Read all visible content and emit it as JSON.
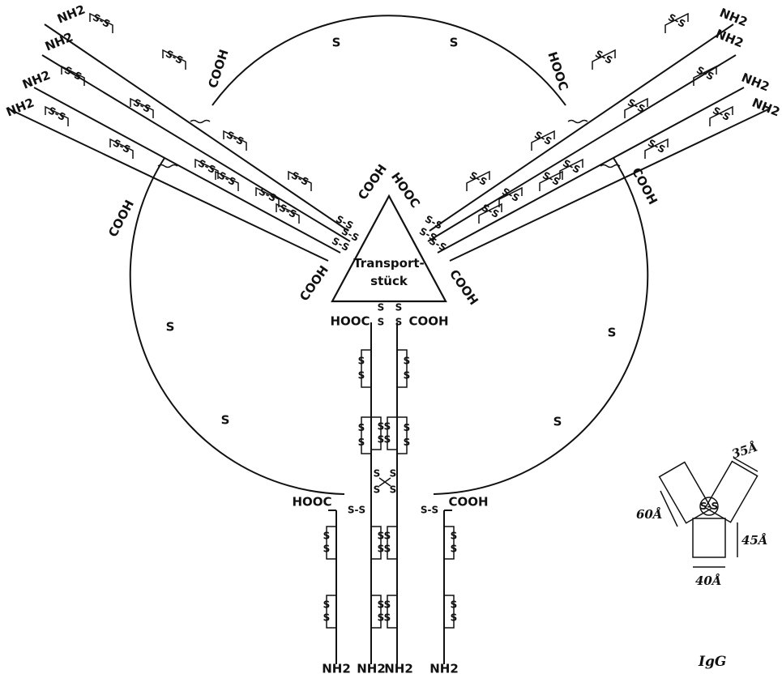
{
  "ring": {
    "sulfur_label": "S"
  },
  "center": {
    "line1": "Transport-",
    "line2": "stück"
  },
  "bond_label": "S-S",
  "termini": {
    "amino": "NH2",
    "carboxyl_left": "HOOC",
    "carboxyl_right": "COOH"
  },
  "inset": {
    "caption": "IgG",
    "dim_width_arm": "35Å",
    "dim_length_arm": "60Å",
    "dim_height_stem": "45Å",
    "dim_width_stem": "40Å",
    "hinge": "S-S"
  }
}
